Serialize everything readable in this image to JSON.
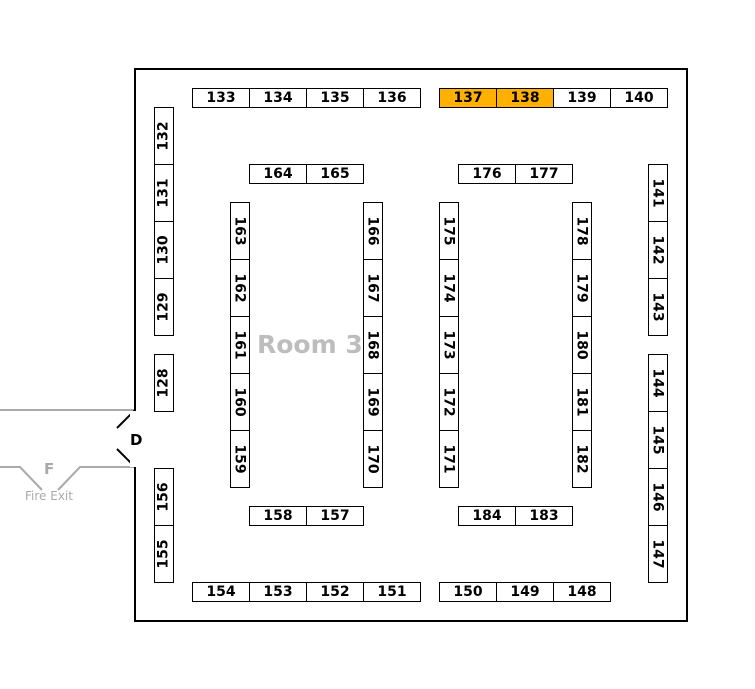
{
  "room": {
    "label": "Room 3"
  },
  "door": {
    "label": "D"
  },
  "fire_exit": {
    "letter": "F",
    "label": "Fire Exit"
  },
  "colors": {
    "highlight": "#FFB000",
    "wall": "#000000",
    "exterior": "#aaaaaa",
    "room_label": "#bdbdbd"
  },
  "booths": [
    {
      "id": "133"
    },
    {
      "id": "134"
    },
    {
      "id": "135"
    },
    {
      "id": "136"
    },
    {
      "id": "137",
      "highlighted": true
    },
    {
      "id": "138",
      "highlighted": true
    },
    {
      "id": "139"
    },
    {
      "id": "140"
    },
    {
      "id": "164"
    },
    {
      "id": "165"
    },
    {
      "id": "176"
    },
    {
      "id": "177"
    },
    {
      "id": "132"
    },
    {
      "id": "131"
    },
    {
      "id": "130"
    },
    {
      "id": "129"
    },
    {
      "id": "128"
    },
    {
      "id": "156"
    },
    {
      "id": "155"
    },
    {
      "id": "163"
    },
    {
      "id": "162"
    },
    {
      "id": "161"
    },
    {
      "id": "160"
    },
    {
      "id": "159"
    },
    {
      "id": "166"
    },
    {
      "id": "167"
    },
    {
      "id": "168"
    },
    {
      "id": "169"
    },
    {
      "id": "170"
    },
    {
      "id": "175"
    },
    {
      "id": "174"
    },
    {
      "id": "173"
    },
    {
      "id": "172"
    },
    {
      "id": "171"
    },
    {
      "id": "178"
    },
    {
      "id": "179"
    },
    {
      "id": "180"
    },
    {
      "id": "181"
    },
    {
      "id": "182"
    },
    {
      "id": "141"
    },
    {
      "id": "142"
    },
    {
      "id": "143"
    },
    {
      "id": "144"
    },
    {
      "id": "145"
    },
    {
      "id": "146"
    },
    {
      "id": "147"
    },
    {
      "id": "158"
    },
    {
      "id": "157"
    },
    {
      "id": "184"
    },
    {
      "id": "183"
    },
    {
      "id": "154"
    },
    {
      "id": "153"
    },
    {
      "id": "152"
    },
    {
      "id": "151"
    },
    {
      "id": "150"
    },
    {
      "id": "149"
    },
    {
      "id": "148"
    }
  ]
}
